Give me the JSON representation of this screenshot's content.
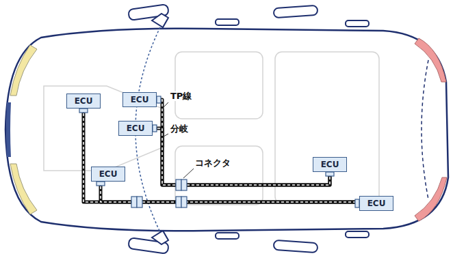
{
  "diagram": {
    "nodes": [
      {
        "text": [
          "ECU"
        ]
      },
      {
        "text": [
          "ECU"
        ]
      },
      {
        "text": [
          "ECU"
        ]
      },
      {
        "text": [
          "ECU"
        ]
      },
      {
        "text": [
          "ECU"
        ]
      },
      {
        "text": [
          "ECU"
        ]
      }
    ],
    "edges": [
      {
        "from": 0,
        "to": 5,
        "arrow": "none"
      },
      {
        "from": 3,
        "to": 5,
        "arrow": "none"
      },
      {
        "from": 1,
        "to": 4,
        "arrow": "none"
      },
      {
        "from": 2,
        "to": 4,
        "arrow": "none"
      }
    ],
    "labels": [
      "TP線",
      "分岐",
      "コネクタ"
    ]
  }
}
